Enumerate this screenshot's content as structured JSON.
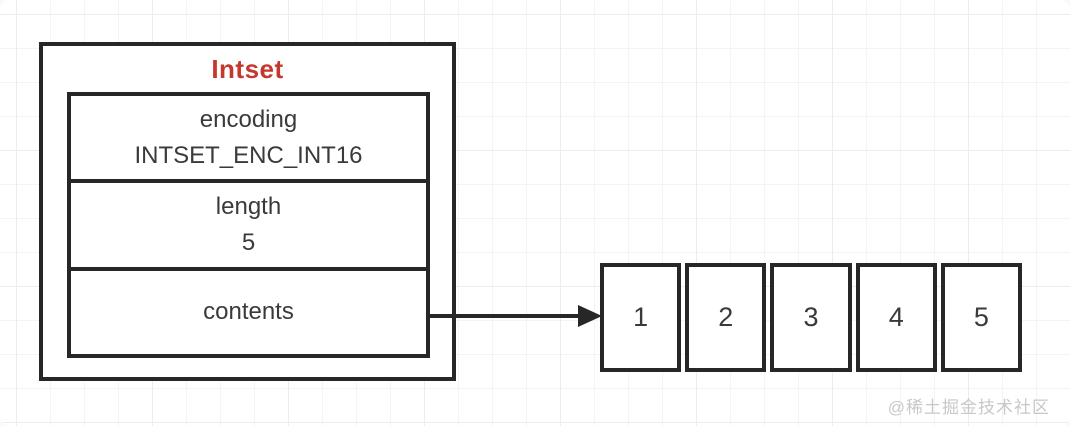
{
  "diagram": {
    "struct": {
      "title": "Intset",
      "fields": [
        {
          "name": "encoding",
          "value": "INTSET_ENC_INT16"
        },
        {
          "name": "length",
          "value": "5"
        },
        {
          "name": "contents",
          "value": ""
        }
      ]
    },
    "array": {
      "cells": [
        "1",
        "2",
        "3",
        "4",
        "5"
      ]
    },
    "watermark": "@稀土掘金技术社区",
    "colors": {
      "title_red": "#c4382d",
      "border": "#272727",
      "text": "#3a3a3a",
      "grid_line": "#ececec",
      "watermark_gray": "#c8c8c8",
      "background": "#ffffff"
    }
  }
}
